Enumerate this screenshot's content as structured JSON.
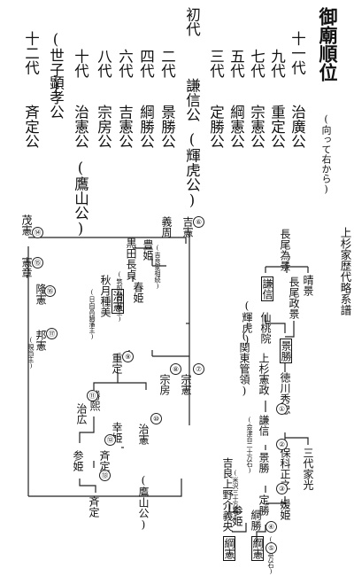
{
  "heading": {
    "title": "御廟順位",
    "note": "(向って右から)"
  },
  "order_rows": [
    [
      "十一代",
      "治廣公"
    ],
    [
      "九代",
      "重定公"
    ],
    [
      "七代",
      "宗憲公"
    ],
    [
      "五代",
      "綱憲公"
    ],
    [
      "三代",
      "定勝公"
    ],
    [
      "初代",
      "謙信公",
      "(輝虎公)"
    ],
    [
      "二代",
      "景勝公"
    ],
    [
      "四代",
      "綱勝公"
    ],
    [
      "六代",
      "吉憲公"
    ],
    [
      "八代",
      "宗房公"
    ],
    [
      "十代",
      "治憲公",
      "(鷹山公)"
    ],
    [
      "(世子)",
      "顕孝公"
    ],
    [
      "十二代",
      "斉定公"
    ]
  ],
  "tree_title": "上杉家歴代略系譜",
  "tree": {
    "nagao_tamekage": "長尾為景",
    "harukage": "晴景",
    "nagao_masakage": "長尾政景",
    "kenshin": "謙信",
    "terutora": "(輝虎)",
    "sentoin": "仙桃院",
    "kagekatsu": "景勝",
    "tokugawa_hidetada": "徳川秀忠",
    "sandai_iemitsu": "三代家光",
    "hoshina_masayuki": "保科正之",
    "baihime": "媛姫",
    "uesugi_norimasa": "上杉憲政",
    "kanto_kanrei": "(関東管領)",
    "kenshin_1": "謙信",
    "kagekatsu_2": "景勝",
    "aizu": "(会津百二十万石)",
    "sadakatsu_3": "定勝",
    "yonezawa": "(米沢三十万石)",
    "tsunakatsu_4": "綱勝",
    "kira": "吉良上野介義央",
    "sanhime": "参姫",
    "tsunanori_5": "綱憲",
    "juugo": "(十五万石)",
    "yoshinori_6": "吉憲",
    "yoshimichi": "義周",
    "kira_heir": "(吉良家相続)",
    "toyohime": "豊姫",
    "kuroda_nagaoki": "黒田長貞",
    "chikuzen": "(筑前秋月藩主)",
    "akizuki_tanemi": "秋月種美",
    "hyuga": "(日向高鍋藩主)",
    "haruhime": "春姫",
    "harunori_box": "治憲",
    "munenori_7": "宗憲",
    "munefusa_8": "宗房",
    "shigesada_9": "重定",
    "kouhime": "幸姫",
    "harunori_10": "治憲",
    "youzan": "(鷹山公)",
    "harunori_11": "治広",
    "katsuhiro_12": "勝煕",
    "sanhime2": "参姫",
    "narisada_13": "斉定",
    "narisada_b": "斉定",
    "shigenori_14": "茂憲",
    "noriaki_15": "憲章",
    "takanori_16": "隆憲",
    "kuninori_17": "邦憲",
    "genshu": "(現当主)"
  },
  "circled": [
    "①",
    "②",
    "③",
    "④",
    "⑤",
    "⑥",
    "⑦",
    "⑧",
    "⑨",
    "⑩",
    "⑪",
    "⑫",
    "⑬",
    "⑭",
    "⑮",
    "⑯",
    "⑰"
  ]
}
